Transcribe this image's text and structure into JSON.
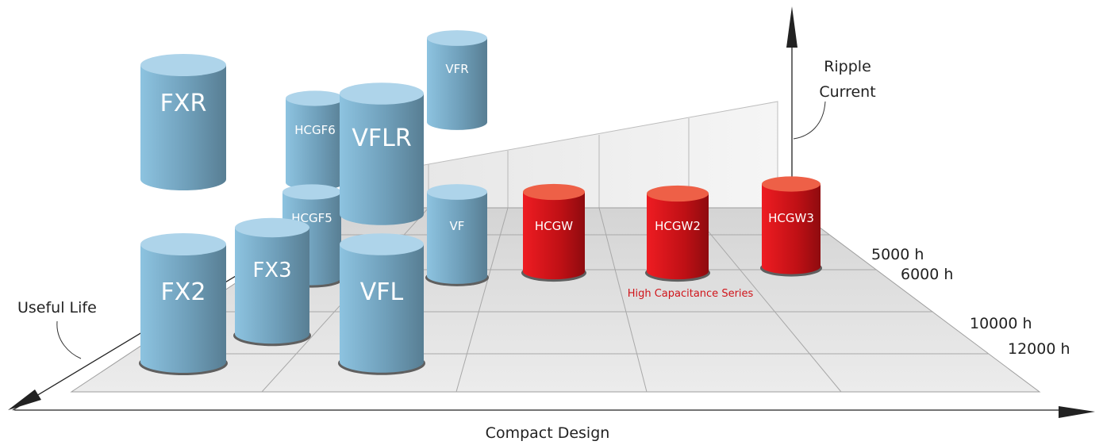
{
  "axes": {
    "x_label": "Compact Design",
    "y_label": "Ripple Current",
    "y_label_lines": [
      "Ripple",
      "Current"
    ],
    "z_label": "Useful Life",
    "life_ticks": [
      "5000 h",
      "6000 h",
      "10000 h",
      "12000 h"
    ]
  },
  "series_label": "High Capacitance Series",
  "colors": {
    "blue_series": "#7fb3cf",
    "red_series": "#d0141a",
    "series_label": "#d0141a",
    "floor": "#e6e6e6",
    "wall": "#f1f1f1"
  },
  "products": [
    {
      "name": "FXR",
      "family": "blue"
    },
    {
      "name": "VFR",
      "family": "blue"
    },
    {
      "name": "HCGF6",
      "family": "blue"
    },
    {
      "name": "VFLR",
      "family": "blue"
    },
    {
      "name": "HCGF5",
      "family": "blue"
    },
    {
      "name": "VF",
      "family": "blue"
    },
    {
      "name": "FX3",
      "family": "blue"
    },
    {
      "name": "FX2",
      "family": "blue"
    },
    {
      "name": "VFL",
      "family": "blue"
    },
    {
      "name": "HCGW",
      "family": "red"
    },
    {
      "name": "HCGW2",
      "family": "red"
    },
    {
      "name": "HCGW3",
      "family": "red"
    }
  ]
}
